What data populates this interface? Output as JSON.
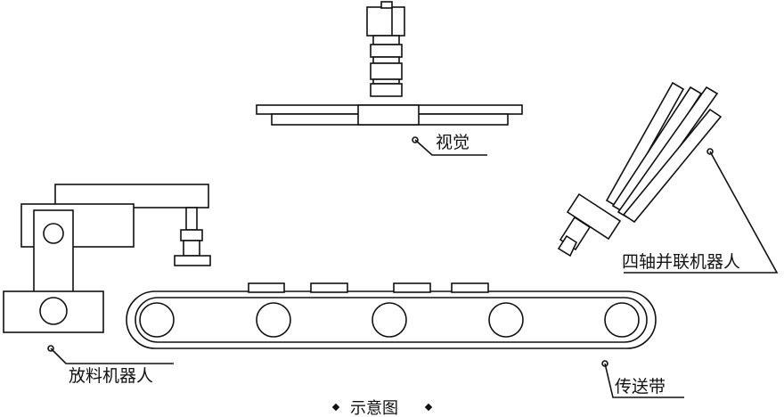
{
  "labels": {
    "vision": "视觉",
    "delta_robot": "四轴并联机器人",
    "placing_robot": "放料机器人",
    "conveyor": "传送带"
  },
  "caption": {
    "text": "示意图"
  },
  "colors": {
    "stroke": "#111111",
    "background": "#ffffff"
  }
}
